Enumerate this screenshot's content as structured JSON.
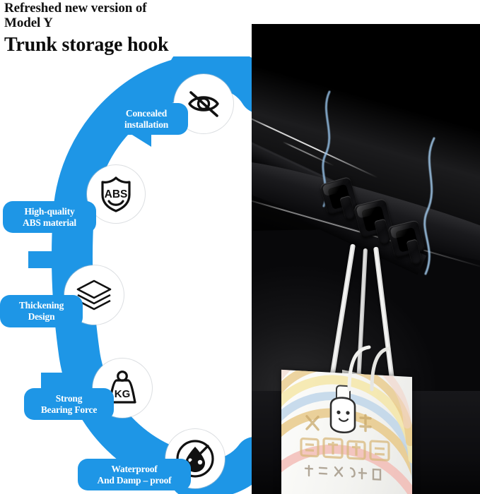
{
  "page": {
    "background_color": "#ffffff",
    "accent_blue": "#1E96E6",
    "title_color": "#121212"
  },
  "heading": {
    "subtitle": "Refreshed new version of\nModel Y",
    "title": "Trunk storage hook"
  },
  "features": [
    {
      "id": "concealed-installation",
      "label": "Concealed\ninstallation",
      "icon": "eye-slash-icon"
    },
    {
      "id": "abs-material",
      "label": "High-quality\nABS material",
      "icon": "abs-shield-icon",
      "icon_text": "ABS"
    },
    {
      "id": "thickening-design",
      "label": "Thickening\nDesign",
      "icon": "layers-icon"
    },
    {
      "id": "bearing-force",
      "label": "Strong\nBearing Force",
      "icon": "kg-weight-icon",
      "icon_text": "KG"
    },
    {
      "id": "waterproof",
      "label": "Waterproof\nAnd Damp – proof",
      "icon": "no-water-drop-icon"
    }
  ],
  "product_photo": {
    "name": "trunk-hook-photo",
    "description": "Black trunk storage hooks mounted in car trunk with white shopping bag hanging",
    "background_color": "#050505",
    "hook_count": 3,
    "bag": {
      "name": "shopping-bag",
      "rainbow_colors": [
        "#e8c98a",
        "#f2b9b3",
        "#bcd3e8",
        "#f5e6a8",
        "#e8c98a"
      ]
    }
  }
}
